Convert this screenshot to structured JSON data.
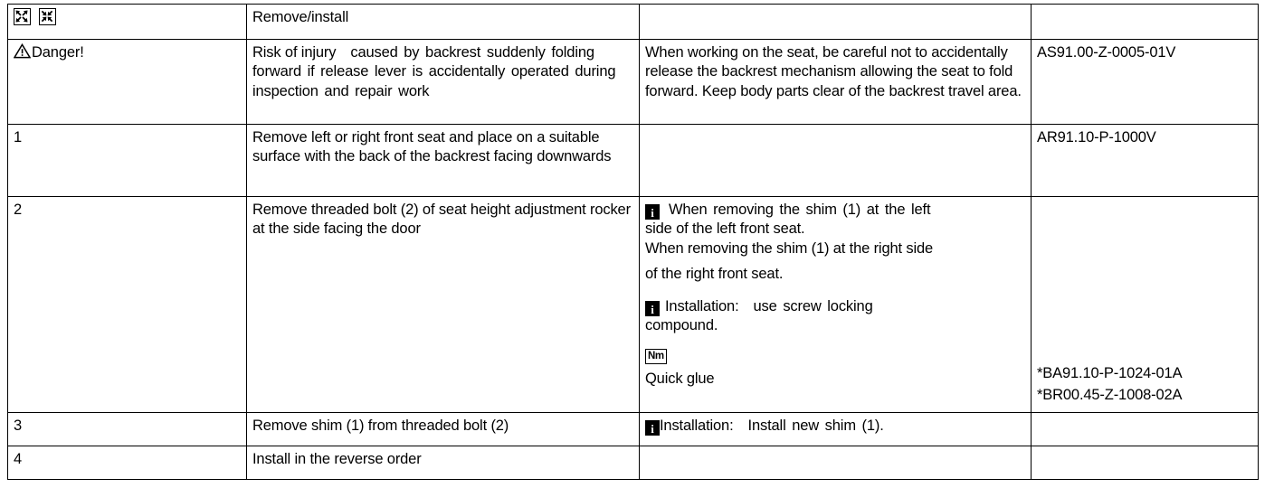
{
  "document": {
    "type": "service-procedure-table",
    "columns": [
      "step",
      "task",
      "note",
      "reference"
    ]
  },
  "rows": {
    "header": {
      "step_icons": [
        "expand-arrows-icon",
        "collapse-arrows-icon"
      ],
      "task": "Remove/install",
      "note": "",
      "reference": ""
    },
    "danger": {
      "step_label": "Danger!",
      "step_icon": "warning-triangle-icon",
      "task_lead": "Risk of injury",
      "task_rest": "caused  by  backrest  suddenly folding forward if release lever is accidentally operated during inspection and repair work",
      "note": "When working on the seat, be careful not to accidentally release the backrest mechanism allowing the seat to fold forward. Keep body parts clear of the backrest travel area.",
      "reference": "AS91.00-Z-0005-01V"
    },
    "step1": {
      "step": "1",
      "task": "Remove left or right front seat and place on a suitable surface with the back of the backrest facing downwards",
      "note": "",
      "reference": "AR91.10-P-1000V"
    },
    "step2": {
      "step": "2",
      "task": "Remove threaded bolt (2) of seat height adjustment rocker at the side facing the door",
      "note_blocks": [
        {
          "icon": "info-icon",
          "line1": "When  removing  the shim  (1) at  the  left",
          "line2": "side of the left front seat.",
          "line3": "When removing the shim (1) at the right side",
          "line4": "of the right front seat."
        },
        {
          "icon": "info-icon",
          "line1": "Installation:",
          "line2": "use screw  locking",
          "line3": "compound."
        },
        {
          "icon": "nm-torque-icon",
          "line1": "Quick glue"
        }
      ],
      "reference_lines": [
        "*BA91.10-P-1024-01A",
        "*BR00.45-Z-1008-02A"
      ]
    },
    "step3": {
      "step": "3",
      "task": "Remove shim (1) from threaded bolt (2)",
      "note_icon": "info-icon",
      "note_label": "Installation:",
      "note_text": "Install  new  shim  (1).",
      "reference": ""
    },
    "step4": {
      "step": "4",
      "task": "Install in the reverse order",
      "note": "",
      "reference": ""
    }
  },
  "colors": {
    "border": "#000000",
    "text": "#000000",
    "background": "#ffffff"
  }
}
